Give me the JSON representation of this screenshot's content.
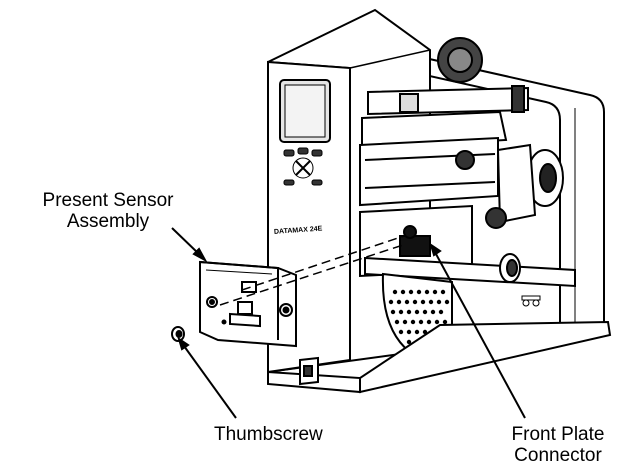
{
  "labels": {
    "present_sensor": [
      "Present Sensor",
      "Assembly"
    ],
    "thumbscrew": "Thumbscrew",
    "front_plate": [
      "Front Plate",
      "Connector"
    ]
  },
  "printer": {
    "model_badge": "DATAMAX 24E"
  },
  "colors": {
    "line": "#000000",
    "fill": "#ffffff",
    "shade": "#d9d9d9",
    "dark": "#222222"
  }
}
